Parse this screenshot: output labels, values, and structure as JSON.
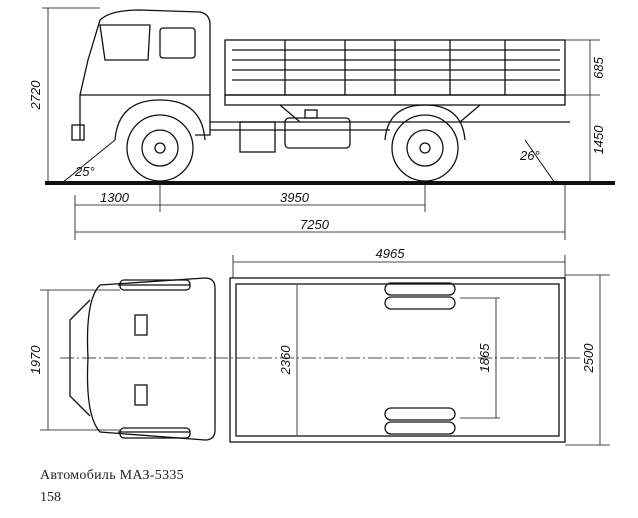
{
  "side_view": {
    "height_total": "2720",
    "bed_side_height": "685",
    "floor_height": "1450",
    "approach_angle": "25°",
    "departure_angle": "26°",
    "front_overhang": "1300",
    "wheelbase": "3950",
    "length_total": "7250"
  },
  "top_view": {
    "bed_length": "4965",
    "front_track": "1970",
    "bed_inner_width": "2360",
    "rear_track": "1865",
    "width_total": "2500"
  },
  "caption": "Автомобиль МАЗ-5335",
  "page_number": "158"
}
